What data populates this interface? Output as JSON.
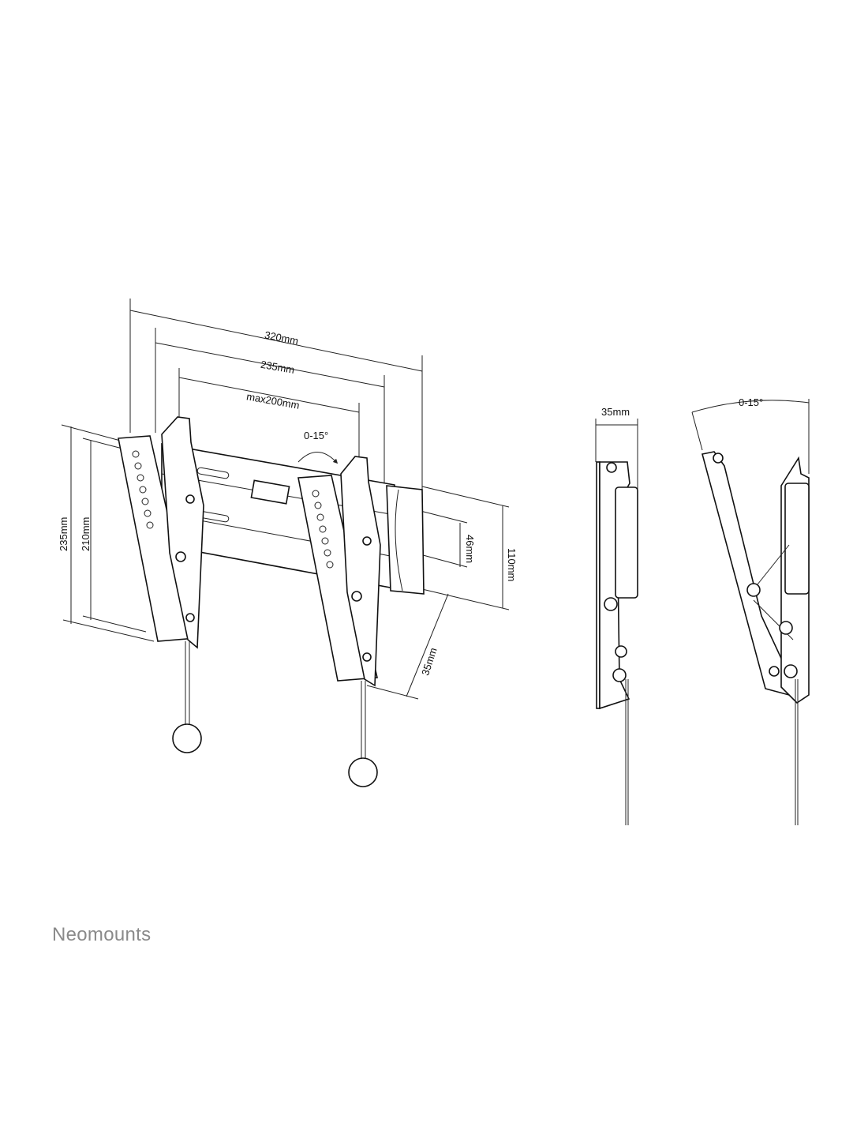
{
  "front_view": {
    "width_outer": "320mm",
    "width_mid": "235mm",
    "width_vesa": "max200mm",
    "tilt": "0-15°",
    "height_outer": "235mm",
    "height_inner": "210mm",
    "plate_inner": "46mm",
    "plate_outer": "110mm",
    "depth": "35mm"
  },
  "side_view": {
    "depth": "35mm"
  },
  "tilt_view": {
    "tilt": "0-15°"
  },
  "brand": {
    "name": "Neomounts",
    "color": "#8a8a8a"
  }
}
